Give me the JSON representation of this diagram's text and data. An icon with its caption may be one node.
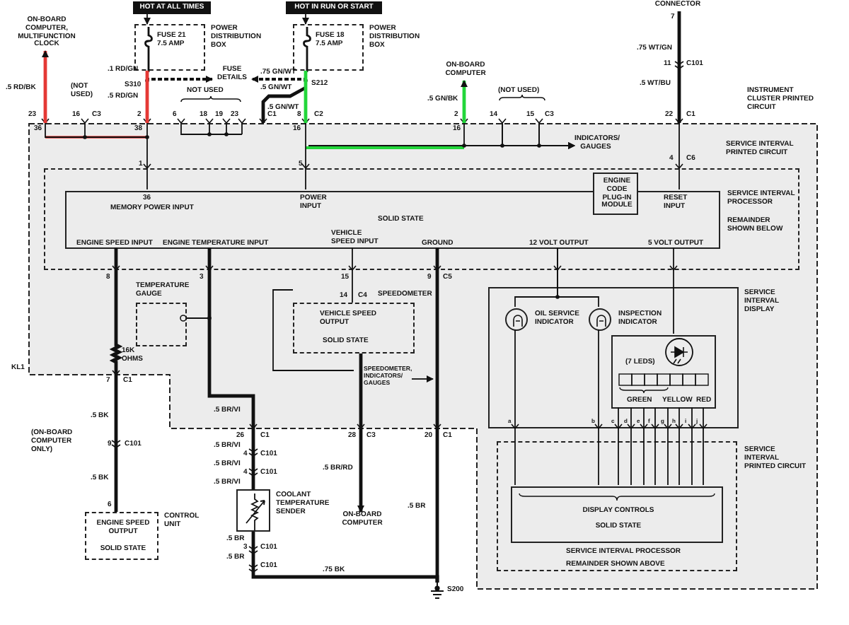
{
  "diagram": {
    "nodes": [
      {
        "text": [
          "HOT AT ALL TIMES"
        ]
      },
      {
        "text": [
          "FUSE 21 7.5 AMP"
        ],
        "beside": [
          "POWER DISTRIBUTION BOX"
        ]
      },
      {
        "text": [
          "HOT IN RUN OR START"
        ]
      },
      {
        "text": [
          "FUSE 18 7.5 AMP"
        ],
        "beside": [
          "POWER DISTRIBUTION BOX"
        ]
      },
      {
        "text": [
          "CONNECTOR"
        ]
      },
      {
        "text": [
          "ON-BOARD COMPUTER, MULTIFUNCTION CLOCK"
        ]
      },
      {
        "text": [
          "FUSE DETAILS"
        ]
      },
      {
        "text": [
          "ON-BOARD COMPUTER"
        ]
      },
      {
        "text": [
          "INSTRUMENT CLUSTER PRINTED CIRCUIT"
        ]
      },
      {
        "text": [
          "INDICATORS/ GAUGES"
        ],
        "in": 8
      },
      {
        "text": [
          "SERVICE INTERVAL PRINTED CIRCUIT"
        ],
        "in": 8
      },
      {
        "text": [
          "36",
          "MEMORY POWER INPUT",
          "POWER INPUT",
          "SOLID STATE",
          "RESET INPUT",
          "ENGINE SPEED INPUT",
          "ENGINE TEMPERATURE INPUT",
          "VEHICLE SPEED INPUT",
          "GROUND",
          "12 VOLT OUTPUT",
          "5 VOLT OUTPUT"
        ],
        "beside": [
          "SERVICE INTERVAL PROCESSOR",
          "REMAINDER SHOWN BELOW"
        ],
        "in": 10
      },
      {
        "text": [
          "ENGINE CODE PLUG-IN MODULE"
        ],
        "in": 10
      },
      {
        "text": [
          "TEMPERATURE GAUGE"
        ],
        "in": 8
      },
      {
        "text": [
          "SPEEDOMETER",
          "VEHICLE SPEED OUTPUT",
          "SOLID STATE"
        ],
        "in": 8
      },
      {
        "text": [
          "SPEEDOMETER, INDICATORS/ GAUGES"
        ],
        "in": 8
      },
      {
        "text": [
          "SERVICE INTERVAL DISPLAY"
        ],
        "in": 8
      },
      {
        "text": [],
        "shape": "circle",
        "beside": [
          "OIL SERVICE INDICATOR"
        ],
        "in": 16
      },
      {
        "text": [],
        "shape": "circle",
        "beside": [
          "INSPECTION INDICATOR"
        ],
        "in": 16
      },
      {
        "text": [
          "(7 LEDS)",
          "GREEN",
          "YELLOW",
          "RED"
        ],
        "in": 16
      },
      {
        "text": [
          "SERVICE INTERVAL PRINTED CIRCUIT"
        ],
        "in": 8
      },
      {
        "text": [
          "DISPLAY CONTROLS",
          "SOLID STATE"
        ],
        "beside": [
          "SERVICE INTERVAL PROCESSOR",
          "REMAINDER SHOWN ABOVE"
        ],
        "in": 20
      },
      {
        "text": [
          "ENGINE SPEED OUTPUT",
          "SOLID STATE"
        ],
        "beside": [
          "CONTROL UNIT"
        ]
      },
      {
        "text": [],
        "shape": "box",
        "beside": [
          "COOLANT TEMPERATURE SENDER"
        ]
      },
      {
        "text": [
          "ON-BOARD COMPUTER"
        ]
      },
      {
        "text": [
          "S200"
        ]
      }
    ],
    "edges": [
      {
        "from": 0,
        "to": 1,
        "arrow": "to"
      },
      {
        "from": 2,
        "to": 3,
        "arrow": "to"
      },
      {
        "from": 1,
        "to": 6,
        "arrow": "to",
        "style": "dashed"
      },
      {
        "from": 3,
        "to": 6,
        "arrow": "to",
        "style": "dashed"
      },
      {
        "from": 1,
        "to": 8,
        "arrow": "none",
        "style": "thick",
        "color": "#e53935"
      },
      {
        "from": 3,
        "to": 8,
        "arrow": "none",
        "style": "thick",
        "color": "#22d63a"
      },
      {
        "from": 8,
        "to": 5,
        "arrow": "to",
        "style": "thick",
        "color": "#e53935"
      },
      {
        "from": 8,
        "to": 7,
        "arrow": "to",
        "style": "thick",
        "color": "#22d63a"
      },
      {
        "from": 4,
        "to": 8,
        "arrow": "none",
        "style": "thick"
      },
      {
        "from": null,
        "to": 9,
        "arrow": "to"
      },
      {
        "from": 11,
        "to": 13,
        "arrow": "other"
      },
      {
        "from": 11,
        "to": 23,
        "arrow": "none",
        "style": "thick"
      },
      {
        "from": 11,
        "to": 14,
        "arrow": "none"
      },
      {
        "from": 15,
        "to": null,
        "arrow": "to"
      },
      {
        "from": 14,
        "to": 24,
        "arrow": "to",
        "style": "thick"
      },
      {
        "from": 11,
        "to": 17,
        "arrow": "none"
      },
      {
        "from": 11,
        "to": 18,
        "arrow": "none"
      },
      {
        "from": 11,
        "to": 19,
        "arrow": "none"
      },
      {
        "from": 17,
        "to": 21,
        "arrow": "none"
      },
      {
        "from": 18,
        "to": 21,
        "arrow": "none"
      },
      {
        "from": 19,
        "to": 21,
        "arrow": "none"
      },
      {
        "from": 11,
        "to": 25,
        "arrow": "none",
        "style": "thick"
      },
      {
        "from": 23,
        "to": 25,
        "arrow": "none",
        "style": "thick"
      },
      {
        "from": 11,
        "to": 22,
        "arrow": "none",
        "style": "thick"
      },
      {
        "from": 8,
        "to": 9,
        "arrow": "to"
      },
      {
        "from": 8,
        "to": 9,
        "arrow": "to"
      }
    ],
    "labels": [
      ".5 RD/BK",
      "(NOT USED)",
      ".1 RD/GN",
      "S310",
      ".5 RD/GN",
      "NOT USED",
      ".75 GN/WT",
      "S212",
      ".5 GN/WT",
      ".5 GN/WT",
      ".5 GN/BK",
      "(NOT USED)",
      "7",
      ".75 WT/GN",
      "11",
      "C101",
      ".5 WT/BU",
      "23",
      "16",
      "C3",
      "2",
      "6",
      "18",
      "19",
      "23",
      "C1",
      "8",
      "C2",
      "2",
      "14",
      "15",
      "C3",
      "22",
      "C1",
      "36",
      "38",
      "16",
      "16",
      "1",
      "5",
      "4",
      "C6",
      "8",
      "3",
      "15",
      "14",
      "C4",
      "9",
      "C5",
      "16K OHMS",
      "KL1",
      "7",
      "C1",
      ".5 BR/VI",
      "a",
      "b",
      "c",
      "d",
      "e",
      "f",
      "g",
      "h",
      "i",
      "j",
      "(ON-BOARD COMPUTER ONLY)",
      ".5 BK",
      "9",
      "C101",
      ".5 BK",
      "6",
      "26",
      "C1",
      ".5 BR/VI",
      "4",
      "C101",
      ".5 BR/VI",
      "4",
      "C101",
      ".5 BR/VI",
      "28",
      "C3",
      ".5 BR/RD",
      "20",
      "C1",
      ".5 BR",
      ".5 BR",
      "3",
      "C101",
      ".5 BR",
      "C101",
      ".75 BK"
    ]
  }
}
